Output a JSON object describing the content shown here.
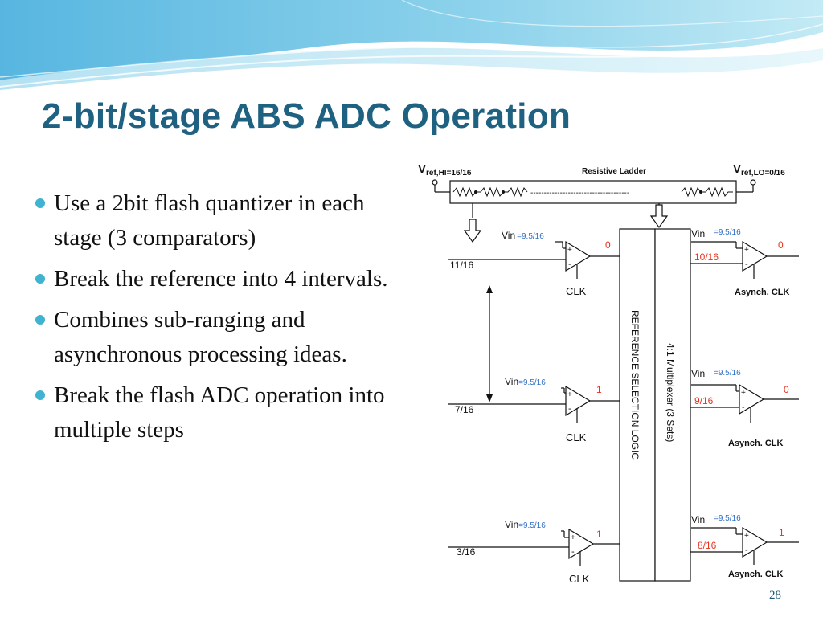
{
  "slide": {
    "title": "2-bit/stage ABS ADC Operation",
    "page_number": "28",
    "bullets": [
      "Use a 2bit flash quantizer in each stage (3 comparators)",
      "Break the reference into 4 intervals.",
      "Combines sub-ranging and asynchronous processing ideas.",
      "Break the flash ADC operation into multiple steps"
    ]
  },
  "diagram": {
    "vref_hi": {
      "main": "V",
      "sub": "ref,HI=16/16"
    },
    "vref_lo": {
      "main": "V",
      "sub": "ref,LO=0/16"
    },
    "ladder_label": "Resistive Ladder",
    "ladder_dashes": "-------------------------------------",
    "vin_value": "=9.5/16",
    "left_comparators": [
      {
        "ref": "11/16",
        "vin": "Vin",
        "out": "0",
        "clk": "CLK"
      },
      {
        "ref": "7/16",
        "vin": "Vin",
        "out": "1",
        "clk": "CLK"
      },
      {
        "ref": "3/16",
        "vin": "Vin",
        "out": "1",
        "clk": "CLK"
      }
    ],
    "right_comparators": [
      {
        "ref": "10/16",
        "vin": "Vin",
        "out": "0",
        "clk": "Asynch. CLK"
      },
      {
        "ref": "9/16",
        "vin": "Vin",
        "out": "0",
        "clk": "Asynch. CLK"
      },
      {
        "ref": "8/16",
        "vin": "Vin",
        "out": "1",
        "clk": "Asynch. CLK"
      }
    ],
    "ref_logic_label": "REFERENCE SELECTION LOGIC",
    "mux_label": "4:1 Multiplexer (3 Sets)",
    "plus_sign": "+",
    "minus_sign": "-",
    "colors": {
      "title": "#1f6180",
      "output_red": "#e8331e",
      "vin_blue": "#2f6fc4",
      "bullet": "#3fb3cf"
    }
  }
}
